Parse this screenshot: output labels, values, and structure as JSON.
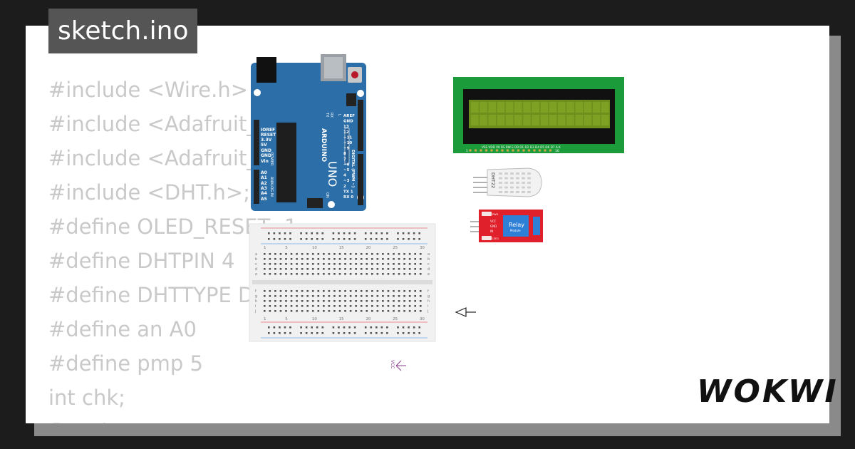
{
  "project": {
    "filename": "sketch.ino"
  },
  "code_lines": [
    "#include <Wire.h>",
    "#include <Adafruit_",
    "#include <Adafruit_",
    "#include <DHT.h>;",
    "#define OLED_RESET -1",
    "#define DHTPIN 4",
    "#define DHTTYPE D",
    "#define an A0",
    "#define pmp 5",
    "int chk;",
    "float h;"
  ],
  "brand": {
    "logo_text": "WOKWI"
  },
  "arduino": {
    "brand": "ARDUINO",
    "model": "UNO",
    "power_pins": [
      "IOREF",
      "RESET",
      "3.3V",
      "5V",
      "GND",
      "GND",
      "Vin"
    ],
    "analog_pins": [
      "A0",
      "A1",
      "A2",
      "A3",
      "A4",
      "A5"
    ],
    "digital_header": [
      "AREF",
      "GND",
      "13",
      "12",
      "~11",
      "~10",
      "~9",
      "8",
      "7",
      "~6",
      "~5",
      "4",
      "~3",
      "2",
      "TX 1",
      "RX 0"
    ],
    "power_label": "POWER",
    "analog_label": "ANALOG IN",
    "digital_label": "DIGITAL (PWM ~)",
    "tx_label": "TX",
    "rx_label": "RX",
    "l_label": "L",
    "on_label": "ON"
  },
  "lcd": {
    "pin_labels": "VSS VDD V0 RS RW E D0 D1 D2 D3 D4 D5 D6 D7 A K",
    "pin_start": "1",
    "pin_end": "16"
  },
  "dht": {
    "label": "DHT22"
  },
  "relay": {
    "title": "Relay",
    "subtitle": "Module",
    "pins": [
      "VCC",
      "GND",
      "IN"
    ],
    "labels": [
      "PWR",
      "LED1"
    ]
  },
  "breadboard": {
    "column_numbers": [
      "1",
      "5",
      "10",
      "15",
      "20",
      "25",
      "30"
    ],
    "top_rows": [
      "a",
      "b",
      "c",
      "d",
      "e"
    ],
    "bottom_rows": [
      "f",
      "g",
      "h",
      "i",
      "j"
    ]
  },
  "vcc": {
    "label": "VCC"
  }
}
